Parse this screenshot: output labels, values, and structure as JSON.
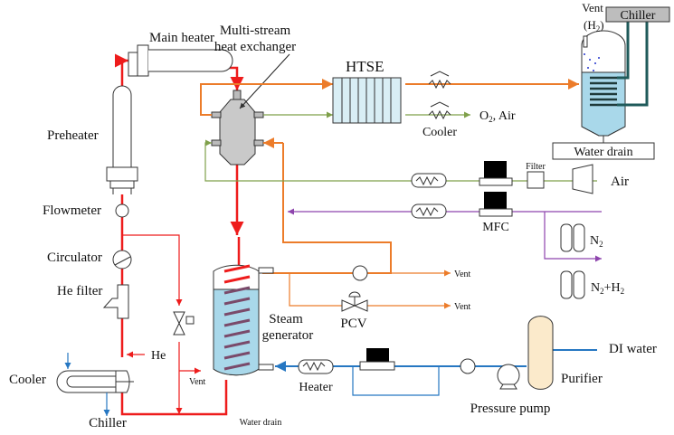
{
  "diagram": {
    "title": "HTSE test facility process flow diagram",
    "colors": {
      "helium_loop": "#ee1c1c",
      "steam_line": "#ec7c2a",
      "air_line": "#7fa04a",
      "gas_line": "#8e44ad",
      "water_line": "#2677c2",
      "coolant_line": "#1f5a5a",
      "water_fill": "#a9d8ea",
      "htse_fill": "#d9eef5",
      "purifier_fill": "#fbeacb"
    },
    "labels": {
      "main_heater": "Main heater",
      "heat_exchanger_l1": "Multi-stream",
      "heat_exchanger_l2": "heat exchanger",
      "htse": "HTSE",
      "vent_h2_l1": "Vent",
      "vent_h2_l2": "(H",
      "vent_h2_sub": "2",
      "vent_h2_close": ")",
      "chiller_top": "Chiller",
      "water_drain_box": "Water drain",
      "preheater": "Preheater",
      "o2_air_pre": "O",
      "o2_air_sub": "2",
      "o2_air_post": ", Air",
      "cooler_htse": "Cooler",
      "filter": "Filter",
      "air": "Air",
      "flowmeter": "Flowmeter",
      "mfc": "MFC",
      "n2_pre": "N",
      "n2_sub": "2",
      "circulator": "Circulator",
      "he_filter": "He filter",
      "vent1": "Vent",
      "vent2": "Vent",
      "n2h2_pre": "N",
      "n2h2_sub1": "2",
      "n2h2_mid": "+H",
      "n2h2_sub2": "2",
      "pcv": "PCV",
      "steam_l1": "Steam",
      "steam_l2": "generator",
      "he": "He",
      "di_water": "DI water",
      "cooler_he": "Cooler",
      "vent_he": "Vent",
      "heater": "Heater",
      "purifier": "Purifier",
      "chiller_bottom": "Chiller",
      "water_drain_sg": "Water drain",
      "pressure_pump": "Pressure pump"
    }
  }
}
